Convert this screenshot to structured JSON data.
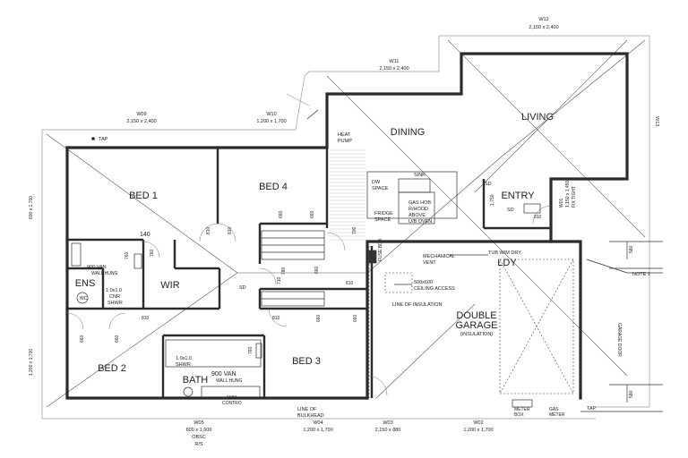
{
  "rooms": {
    "bed1": "BED 1",
    "bed4": "BED 4",
    "dining": "DINING",
    "living": "LIVING",
    "entry": "ENTRY",
    "ldy": "LDY",
    "wir": "WIR",
    "ens": "ENS",
    "bed2": "BED 2",
    "bed3": "BED 3",
    "bath": "BATH",
    "double_garage": "DOUBLE",
    "garage_line2": "GARAGE",
    "garage_insulation": "(INSULATION)"
  },
  "windows": {
    "w12_id": "W12",
    "w12_size": "2,150 x 2,400",
    "w11_id": "W11",
    "w11_size": "2,150 x 2,400",
    "w09_id": "W09",
    "w09_size": "2,150 x 2,400",
    "w10_id": "W10",
    "w10_size": "1,200 x 1,700",
    "w13_id": "W13",
    "w01_id": "W01",
    "w01_size": "1,150 x 1,450",
    "w01_note": "FIX TIGHT",
    "w05_id": "W05",
    "w05_size": "600 x 1,600",
    "w05_note1": "OBSC",
    "w05_note2": "R/S",
    "w04_id": "W04",
    "w04_size": "1,200 x 1,700",
    "w03_id": "W03",
    "w03_size": "2,150 x 880",
    "w02_id": "W02",
    "w02_size": "1,200 x 1,700",
    "left_upper": "600 x 1,700",
    "left_lower": "1,200 x 1,700"
  },
  "labels": {
    "tap_top": "TAP",
    "tap_bottom": "TAP",
    "heat_pump_1": "HEAT",
    "heat_pump_2": "PUMP",
    "sink": "SINK",
    "dw_1": "DW",
    "dw_2": "SPACE",
    "gas_hob_1": "GAS HOB",
    "gas_hob_2": "R/HOOD",
    "gas_hob_3": "ABOVE",
    "gas_hob_4": "U/B OVEN",
    "fridge_1": "FRIDGE",
    "fridge_2": "SPACE",
    "tub": "TUB W/M DRY",
    "mech_1": "MECHANICAL",
    "mech_2": "VENT",
    "ceiling_1": "500x600",
    "ceiling_2": "CEILING ACCESS",
    "line_insulation": "LINE OF INSULATION",
    "line_bulkhead_1": "LINE OF",
    "line_bulkhead_2": "BULKHEAD",
    "fuse_box": "FUSE BOX",
    "note_1": "NOTE 1",
    "garage_door": "GARAGE DOOR",
    "meter_box_1": "METER",
    "meter_box_2": "BOX",
    "gas_meter_1": "GAS",
    "gas_meter_2": "METER",
    "van_ens_1": "900 VAN",
    "van_ens_2": "WALL HUNG",
    "van_bath_1": "900 VAN",
    "van_bath_2": "WALL HUNG",
    "shwr_ens_1": "1.0x1.0",
    "shwr_ens_2": "CNR",
    "shwr_ens_3": "SHWR",
    "shwr_bath_1": "1.0x1.0",
    "shwr_bath_2": "SHWR",
    "bath_size_1": "1600",
    "bath_size_2": "CONTRO",
    "wc": "WC",
    "sd_1": "SD",
    "sd_2": "SD",
    "sd_3": "SD"
  },
  "dims": {
    "d140": "140",
    "d580a": "580",
    "d580b": "580",
    "d700": "700",
    "d1750": "1,750",
    "d810": "810",
    "d760": "760",
    "d660": "660",
    "d780": "780",
    "d710": "710"
  }
}
